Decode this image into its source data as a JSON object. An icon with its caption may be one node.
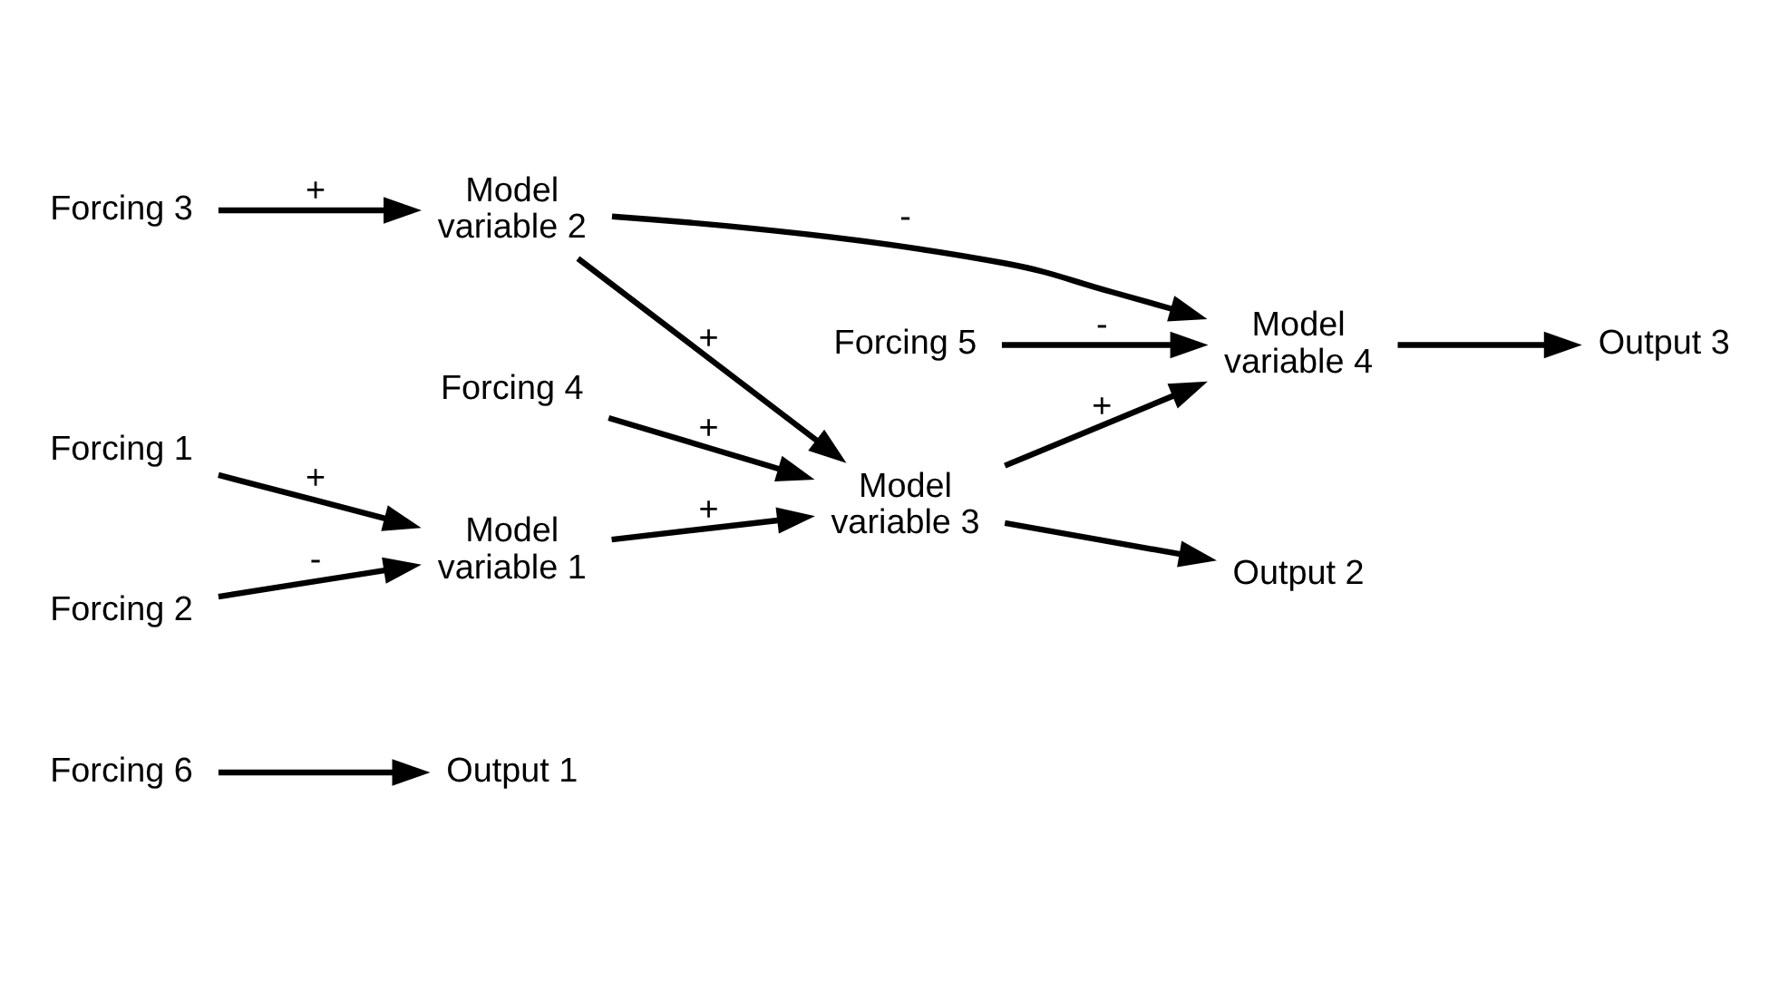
{
  "diagram": {
    "nodes": [
      {
        "text": [
          "Forcing 6"
        ]
      },
      {
        "text": [
          "Forcing 4"
        ]
      },
      {
        "text": [
          "Forcing 1"
        ]
      },
      {
        "text": [
          "Forcing 2"
        ]
      },
      {
        "text": [
          "Forcing 3"
        ]
      },
      {
        "text": [
          "Forcing 5"
        ]
      },
      {
        "text": [
          "Model variable 1"
        ]
      },
      {
        "text": [
          "Model variable 3"
        ]
      },
      {
        "text": [
          "Model variable 2"
        ]
      },
      {
        "text": [
          "Model variable 4"
        ]
      },
      {
        "text": [
          "Output 1"
        ]
      },
      {
        "text": [
          "Output 2"
        ]
      },
      {
        "text": [
          "Output 3"
        ]
      }
    ],
    "edges": [
      {
        "from": 0,
        "to": 10,
        "arrow": "to"
      },
      {
        "from": 1,
        "to": 7,
        "arrow": "to",
        "label": "+"
      },
      {
        "from": 2,
        "to": 6,
        "arrow": "to",
        "label": "+"
      },
      {
        "from": 3,
        "to": 6,
        "arrow": "to",
        "label": "-"
      },
      {
        "from": 6,
        "to": 7,
        "arrow": "to",
        "label": "+"
      },
      {
        "from": 7,
        "to": 11,
        "arrow": "to"
      },
      {
        "from": 7,
        "to": 9,
        "arrow": "to",
        "label": "+"
      },
      {
        "from": 9,
        "to": 12,
        "arrow": "to"
      },
      {
        "from": 4,
        "to": 8,
        "arrow": "to",
        "label": "+"
      },
      {
        "from": 8,
        "to": 7,
        "arrow": "to",
        "label": "+"
      },
      {
        "from": 8,
        "to": 9,
        "arrow": "to",
        "label": "-"
      },
      {
        "from": 5,
        "to": 9,
        "arrow": "to",
        "label": "-"
      }
    ]
  }
}
